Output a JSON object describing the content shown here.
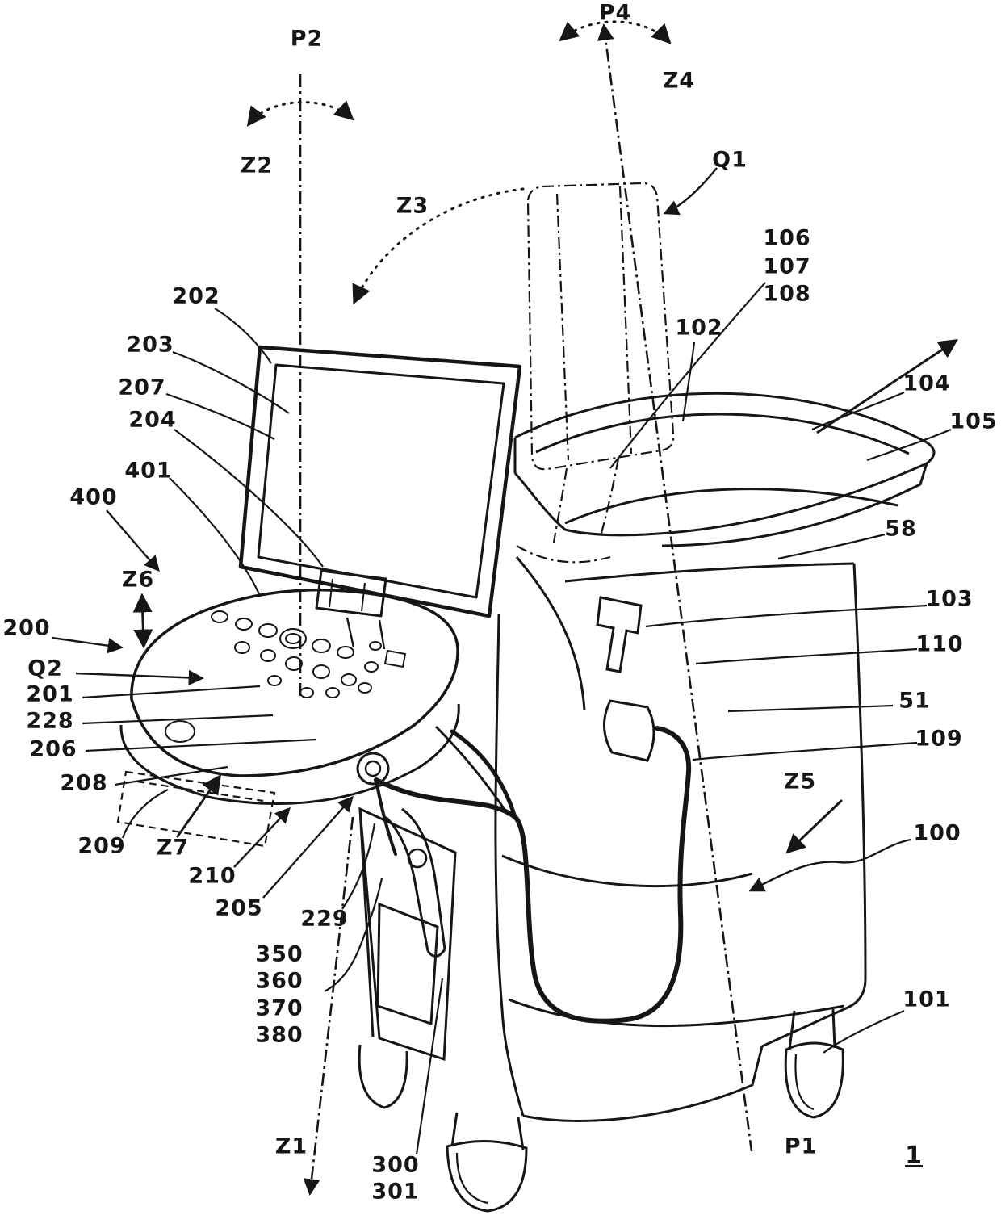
{
  "figure": {
    "number": "1",
    "kind": "patent line drawing of an ultrasound diagnostic cart"
  },
  "labels": {
    "p1": "P1",
    "p2": "P2",
    "p4": "P4",
    "q1": "Q1",
    "q2": "Q2",
    "z1": "Z1",
    "z2": "Z2",
    "z3": "Z3",
    "z4": "Z4",
    "z5": "Z5",
    "z6": "Z6",
    "z7": "Z7",
    "n51": "51",
    "n58": "58",
    "n100": "100",
    "n101": "101",
    "n102": "102",
    "n103": "103",
    "n104": "104",
    "n105": "105",
    "n106": "106",
    "n107": "107",
    "n108": "108",
    "n109": "109",
    "n110": "110",
    "n200": "200",
    "n201": "201",
    "n202": "202",
    "n203": "203",
    "n204": "204",
    "n205": "205",
    "n206": "206",
    "n207": "207",
    "n208": "208",
    "n209": "209",
    "n210": "210",
    "n228": "228",
    "n229": "229",
    "n300": "300",
    "n301": "301",
    "n350": "350",
    "n360": "360",
    "n370": "370",
    "n380": "380",
    "n400": "400",
    "n401": "401"
  }
}
